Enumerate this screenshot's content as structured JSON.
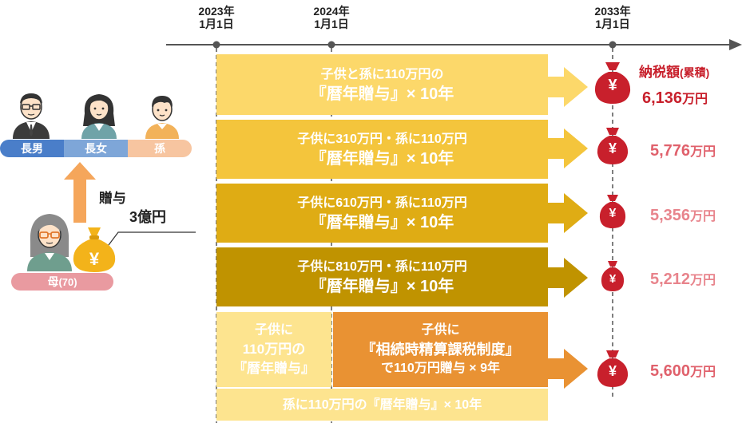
{
  "timeline": {
    "dates": [
      {
        "year": "2023年",
        "day": "1月1日"
      },
      {
        "year": "2024年",
        "day": "1月1日"
      },
      {
        "year": "2033年",
        "day": "1月1日"
      }
    ]
  },
  "family": {
    "members": [
      "長男",
      "長女",
      "孫"
    ],
    "mother": "母",
    "mother_age": "(70)",
    "gift_label": "贈与",
    "gift_amount": "3億円",
    "money_symbol": "¥"
  },
  "scenarios": [
    {
      "line1": "子供と孫に110万円の",
      "line2": "『暦年贈与』× 10年",
      "tax": "6,136",
      "unit": "万円"
    },
    {
      "line1": "子供に310万円・孫に110万円",
      "line2": "『暦年贈与』× 10年",
      "tax": "5,776",
      "unit": "万円"
    },
    {
      "line1": "子供に610万円・孫に110万円",
      "line2": "『暦年贈与』× 10年",
      "tax": "5,356",
      "unit": "万円"
    },
    {
      "line1": "子供に810万円・孫に110万円",
      "line2": "『暦年贈与』× 10年",
      "tax": "5,212",
      "unit": "万円"
    },
    {
      "left_line1": "子供に",
      "left_line2": "110万円の",
      "left_line3": "『暦年贈与』",
      "right_line1": "子供に",
      "right_line2": "『相続時精算課税制度』",
      "right_line3": "で110万円贈与 × 9年",
      "bottom": "孫に110万円の『暦年贈与』× 10年",
      "tax": "5,600",
      "unit": "万円"
    }
  ],
  "tax_header": "納税額",
  "tax_header_sub": "(累積)",
  "colors": {
    "band1": "#fcd86a",
    "band2": "#f4c53c",
    "band3": "#dfac14",
    "band4": "#c09300",
    "band5": "#fde48f",
    "band5_orange": "#e99233",
    "bag": "#c8202c",
    "tax_dark": "#c8202c",
    "tax_light": "#e8848c",
    "pill_blue": "#4a7ec9",
    "pill_lightblue": "#7ea6d8",
    "pill_peach": "#f7c5a0",
    "pill_pink": "#e99aa0"
  }
}
